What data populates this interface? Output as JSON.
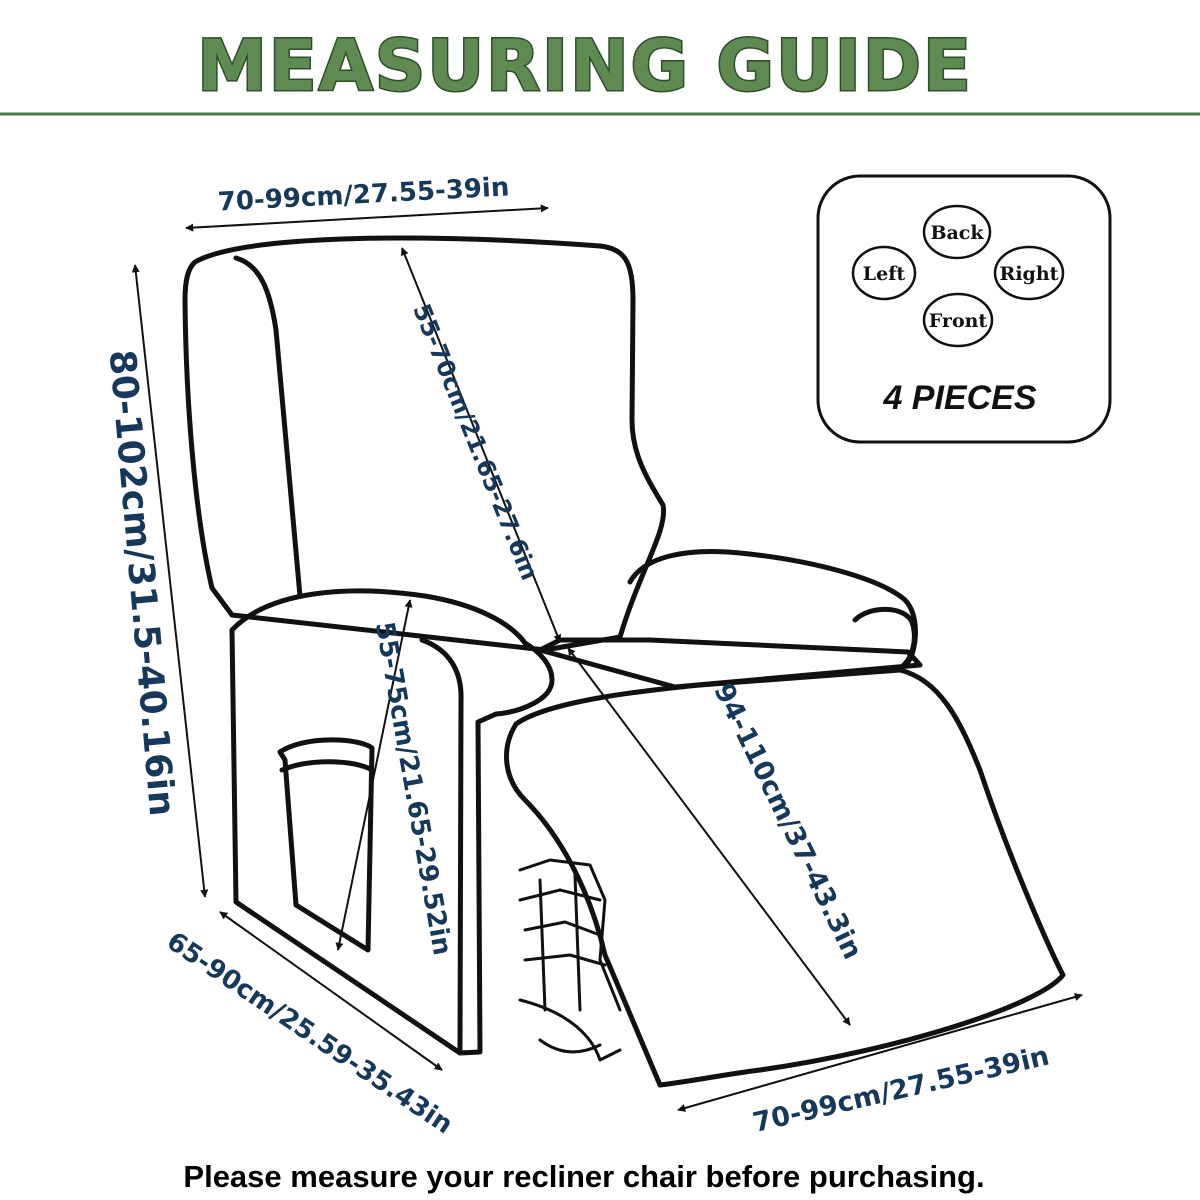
{
  "title": "MEASURING GUIDE",
  "colors": {
    "title_fill": "#5f8a52",
    "divider": "#4a7a48",
    "dimension_text": "#16385a",
    "outline": "#111111"
  },
  "dimensions": {
    "top_width": "70-99cm/27.55-39in",
    "back_length": "55-70cm/21.65-27.6in",
    "total_height": "80-102cm/31.5-40.16in",
    "arm_height": "55-75cm/21.65-29.52in",
    "footrest_length": "94-110cm/37-43.3in",
    "side_depth": "65-90cm/25.59-35.43in",
    "front_width": "70-99cm/27.55-39in"
  },
  "pieces_box": {
    "back": "Back",
    "left": "Left",
    "right": "Right",
    "front": "Front",
    "count_label": "4 PIECES"
  },
  "footer": "Please measure your recliner chair before purchasing."
}
